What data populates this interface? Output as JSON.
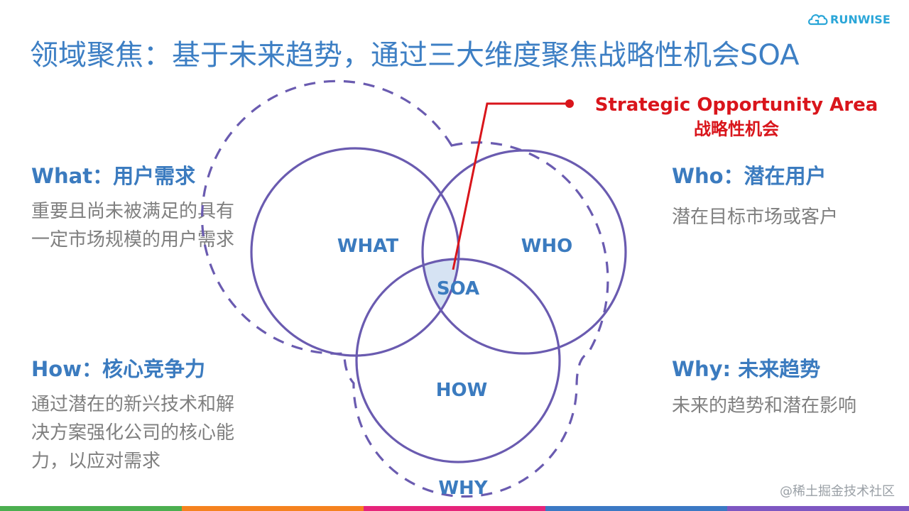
{
  "logo": {
    "text": "RUNWISE"
  },
  "title": "领域聚焦：基于未来趋势，通过三大维度聚焦战略性机会SOA",
  "sections": {
    "what": {
      "head": "What：用户需求",
      "body": "重要且尚未被满足的具有一定市场规模的用户需求"
    },
    "who": {
      "head": "Who：潜在用户",
      "body": "潜在目标市场或客户"
    },
    "how": {
      "head": "How：核心竞争力",
      "body": "通过潜在的新兴技术和解决方案强化公司的核心能力，以应对需求"
    },
    "why": {
      "head": "Why: 未来趋势",
      "body": "未来的趋势和潜在影响"
    }
  },
  "venn": {
    "what": "WHAT",
    "who": "WHO",
    "how": "HOW",
    "why": "WHY",
    "soa": "SOA"
  },
  "callout": {
    "line1": "Strategic Opportunity Area",
    "line2": "战略性机会"
  },
  "colors": {
    "circle": "#6a5bb0",
    "label": "#3b7bbf",
    "callout": "#d9151b",
    "soa_fill": "#d6e3f3",
    "bar_colors": [
      "#4caf50",
      "#f5821f",
      "#e6247a",
      "#3b79c4",
      "#7e57c2"
    ]
  },
  "watermark": "@稀土掘金技术社区"
}
